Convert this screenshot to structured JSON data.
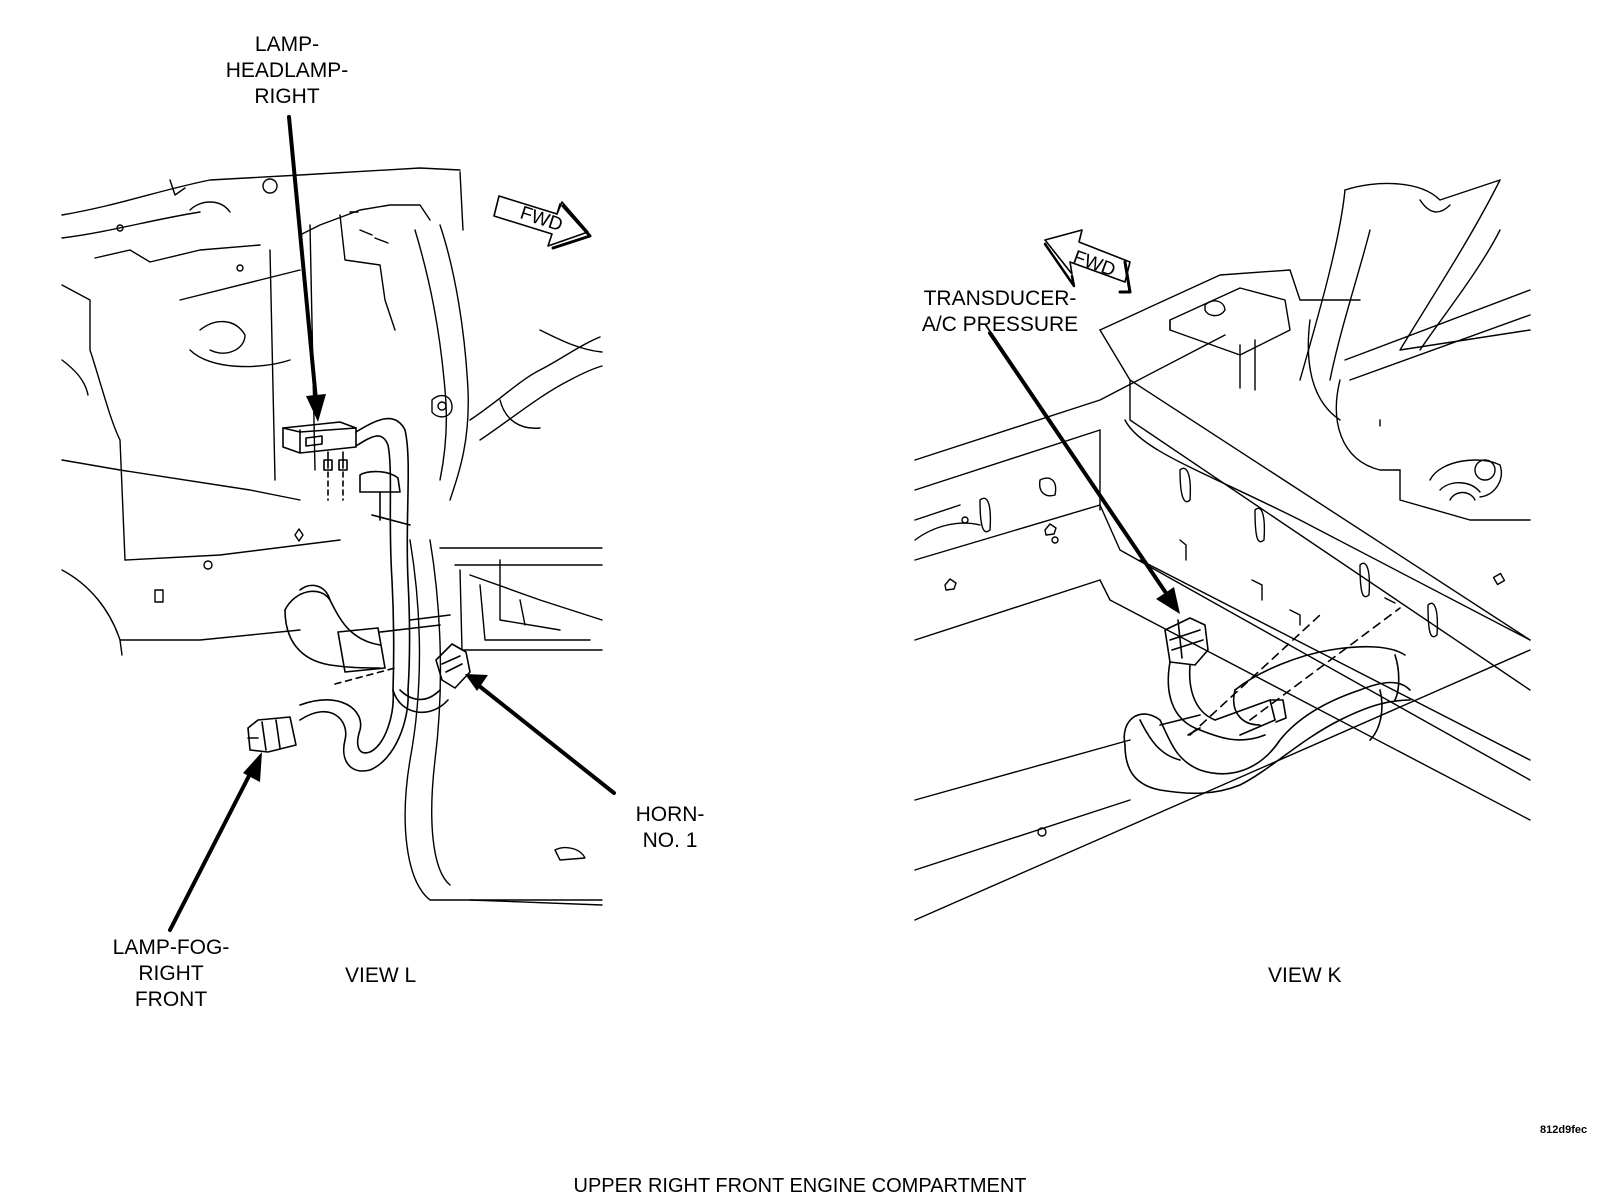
{
  "callouts": {
    "headlamp": [
      "LAMP-",
      "HEADLAMP-",
      "RIGHT"
    ],
    "fog": [
      "LAMP-FOG-",
      "RIGHT",
      "FRONT"
    ],
    "horn": [
      "HORN-",
      "NO. 1"
    ],
    "transducer": [
      "TRANSDUCER-",
      "A/C PRESSURE"
    ]
  },
  "views": {
    "left": "VIEW L",
    "right": "VIEW K"
  },
  "arrows": {
    "left": "FWD",
    "right": "FWD"
  },
  "figure_code": "812d9fec",
  "caption": "UPPER RIGHT FRONT ENGINE COMPARTMENT"
}
